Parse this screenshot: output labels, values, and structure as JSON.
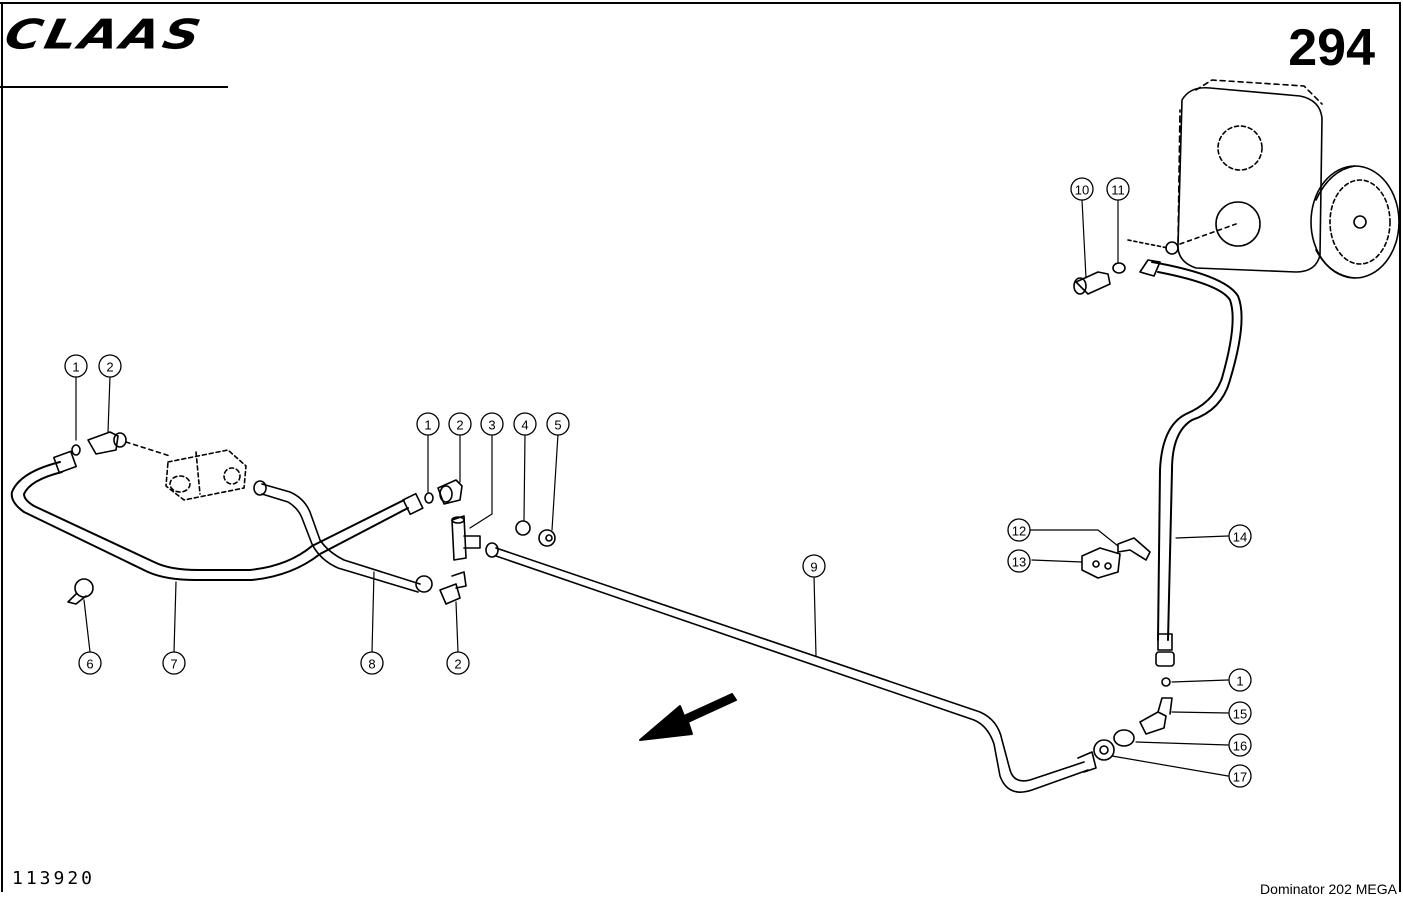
{
  "header": {
    "brand": "CLAAS",
    "page_number": "294"
  },
  "footer": {
    "drawing_number": "113920",
    "model": "Dominator  202 MEGA"
  },
  "callouts": [
    "1",
    "2",
    "1",
    "2",
    "3",
    "4",
    "5",
    "6",
    "7",
    "8",
    "2",
    "9",
    "10",
    "11",
    "12",
    "13",
    "14",
    "1",
    "15",
    "16",
    "17"
  ]
}
